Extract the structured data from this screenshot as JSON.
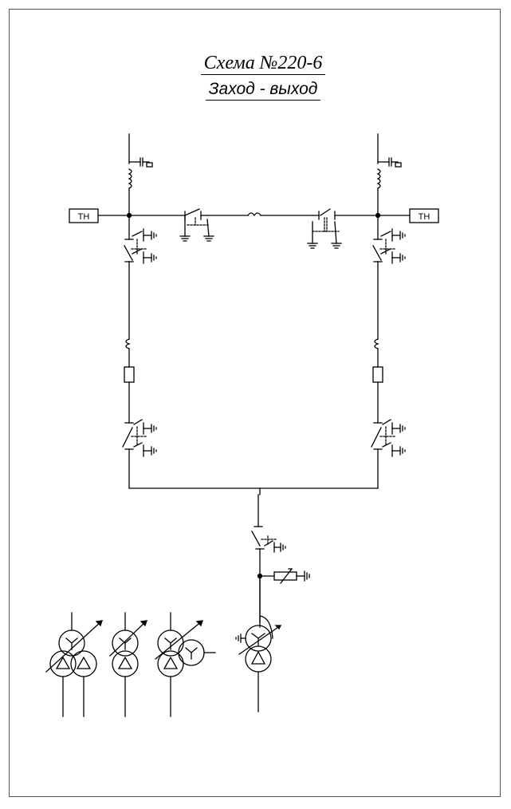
{
  "title": {
    "line1": "Схема  №220-6",
    "line2": "Заход - выход"
  },
  "labels": {
    "vt_left": "ТН",
    "vt_right": "ТН"
  },
  "icons": [
    "transformer-symbol",
    "disconnector-symbol",
    "earthing-switch-symbol",
    "circuit-breaker-symbol",
    "current-transformer-symbol",
    "surge-arrester-symbol",
    "reactor-symbol"
  ],
  "colors": {
    "line": "#000000",
    "frame": "#555555"
  }
}
